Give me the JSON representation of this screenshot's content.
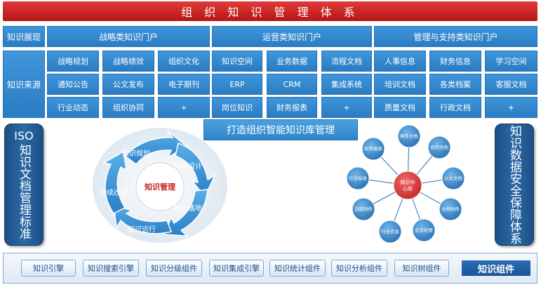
{
  "title": "组 织 知 识 管 理 体 系",
  "row_labels": {
    "display": "知识展现",
    "source": "知识来源"
  },
  "portals": [
    "战略类知识门户",
    "运营类知识门户",
    "管理与支持类知识门户"
  ],
  "grid": [
    [
      "战略规划",
      "战略绩效",
      "组织文化",
      "知识空间",
      "业务数据",
      "流程文档",
      "人事信息",
      "财务信息",
      "学习空间"
    ],
    [
      "通知公告",
      "公文发布",
      "电子期刊",
      "ERP",
      "CRM",
      "集成系统",
      "培训文档",
      "各类档案",
      "客服文档"
    ],
    [
      "行业动态",
      "组织协同",
      "+",
      "岗位知识",
      "财务报表",
      "+",
      "质量文档",
      "行政文档",
      "+"
    ]
  ],
  "left_panel": {
    "top": "ISO",
    "vertical": "知识文档管理标准"
  },
  "right_panel": {
    "vertical": "知识数据安全保障体系"
  },
  "center_banner": "打造组织智能知识库管理",
  "cycle": {
    "center": "知识管理",
    "segments": [
      "知识规划",
      "知识设计",
      "知识落地",
      "知识运行",
      "持续改进"
    ]
  },
  "hub": {
    "center": "知识中心库",
    "nodes": [
      "邮件文档",
      "合同文档",
      "公文文档",
      "文档附件",
      "会议纪要",
      "行业信息",
      "流程附件",
      "行业标准",
      "财务报表"
    ]
  },
  "components": {
    "label": "知识组件",
    "buttons": [
      "知识引擎",
      "知识搜索引擎",
      "知识分级组件",
      "知识集成引擎",
      "知识统计组件",
      "知识分析组件",
      "知识树组件"
    ]
  },
  "colors": {
    "title_red": "#c82020",
    "cell_blue": "#3388d0",
    "panel_navy": "#23578f",
    "hub_red": "#d23a3a"
  }
}
